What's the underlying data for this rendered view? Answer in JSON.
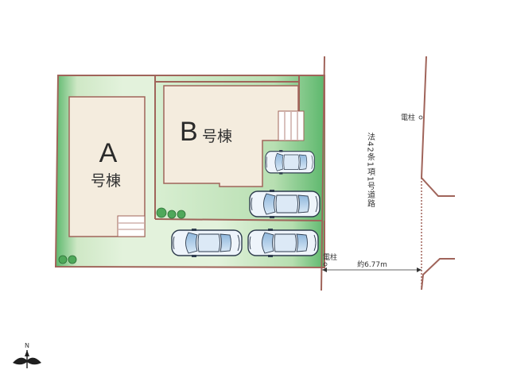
{
  "buildings": {
    "a": {
      "letter": "A",
      "suffix": "号棟"
    },
    "b": {
      "letter": "B",
      "suffix": "号棟"
    }
  },
  "road": {
    "label": "法42条1項1号道路",
    "width_label": "約6.77m"
  },
  "utility_poles": [
    {
      "label": "電柱"
    },
    {
      "label": "電柱"
    }
  ],
  "compass": {
    "north_label": "N"
  },
  "colors": {
    "lot_fill_light": "#e3f2dc",
    "lot_fill_dark": "#5db86d",
    "boundary": "#a0645a",
    "building_fill": "#f4ecde",
    "car_body": "#e8f1fa",
    "car_outline": "#2e3c4e",
    "shrub": "#4fa85a"
  },
  "icons": [
    "compass-icon",
    "car-icon",
    "shrub-icon",
    "utility-pole-icon"
  ]
}
